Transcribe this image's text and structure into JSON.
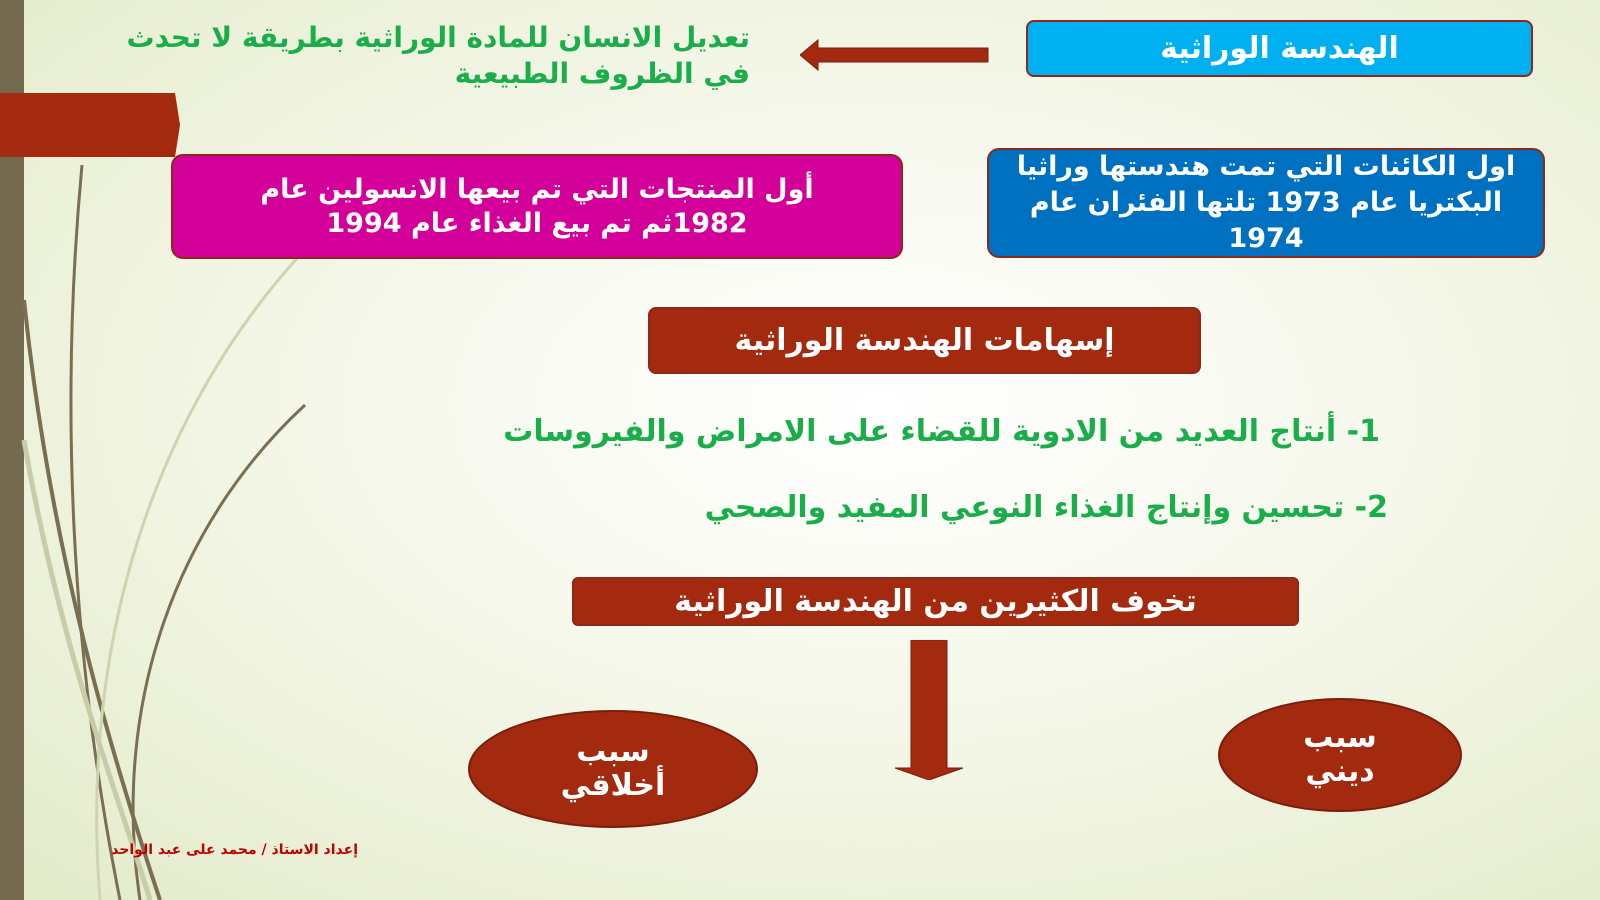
{
  "title": "الهندسة الوراثية",
  "definition": "تعديل الانسان للمادة الوراثية بطريقة لا تحدث في الظروف الطبيعية",
  "first_products": "أول المنتجات التي تم بيعها الانسولين عام 1982ثم تم بيع الغذاء عام 1994",
  "first_organisms": "اول الكائنات التي تمت هندستها وراثيا البكتريا  عام 1973 تلتها الفئران عام 1974",
  "contributions_heading": "إسهامات الهندسة الوراثية",
  "contributions": [
    "1- أنتاج العديد من الادوية للقضاء على الامراض والفيروسات",
    "2- تحسين وإنتاج الغذاء النوعي المفيد والصحي"
  ],
  "fear_heading": "تخوف الكثيرين من الهندسة الوراثية",
  "reason_ethical": "سبب أخلاقي",
  "reason_religious": "سبب ديني",
  "footer": "إعداد الاستاذ / محمد على عبد الواحد",
  "colors": {
    "cyan": "#00b0f0",
    "magenta": "#d4009a",
    "blue": "#0070c0",
    "brown": "#a3290f",
    "green": "#1aae4a"
  }
}
